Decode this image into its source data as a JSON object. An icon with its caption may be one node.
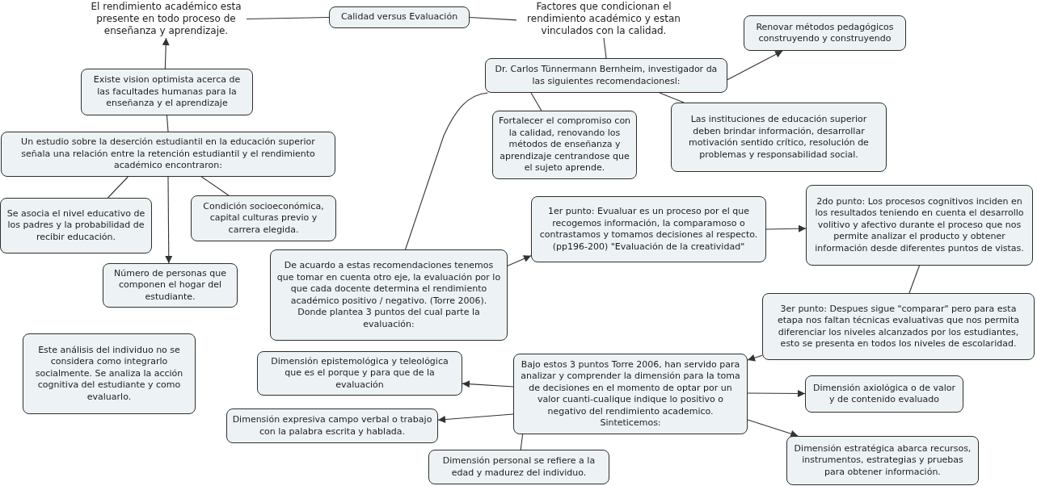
{
  "diagram": {
    "nodes": [
      {
        "text": [
          "El rendimiento académico esta presente en todo proceso de enseñanza y aprendizaje."
        ]
      },
      {
        "text": [
          "Calidad versus Evaluación"
        ]
      },
      {
        "text": [
          "Factores que condicionan el rendimiento académico y estan vinculados con la calidad."
        ]
      },
      {
        "text": [
          "Renovar métodos pedagógicos construyendo y construyendo"
        ]
      },
      {
        "text": [
          "Dr. Carlos Tünnermann Bernheim, investigador da las siguientes recomendacionesl:"
        ]
      },
      {
        "text": [
          "Existe vision optimista acerca de las facultades humanas para la enseñanza y el aprendizaje"
        ]
      },
      {
        "text": [
          "Fortalecer el compromiso con la calidad, renovando los métodos de enseñanza y aprendizaje centrandose que el sujeto aprende."
        ]
      },
      {
        "text": [
          "Las instituciones de educación superior deben brindar información, desarrollar motivación sentido crítico, resolución de problemas y responsabilidad social."
        ]
      },
      {
        "text": [
          "Un estudio sobre la deserción estudiantil en la educación superior señala una relación entre la retención estudiantil y el rendimiento académico encontraron:"
        ]
      },
      {
        "text": [
          "Se asocia el nivel educativo de los padres y la probabilidad de recibir educación."
        ]
      },
      {
        "text": [
          "Condición socioeconómica, capital culturas previo y carrera elegida."
        ]
      },
      {
        "text": [
          "1er punto: Evualuar es un proceso por el que recogemos información, la comparamoso o contrastamos y tomamos decisiones al respecto.(pp196-200) \"Evaluación de la creatividad\""
        ]
      },
      {
        "text": [
          "2do punto: Los procesos cognitivos inciden en los resultados teniendo en cuenta el desarrollo volitivo y afectivo durante el proceso que nos permite analizar el producto y obtener información desde diferentes puntos de vistas."
        ]
      },
      {
        "text": [
          "Número de personas que componen el hogar del estudiante."
        ]
      },
      {
        "text": [
          "De acuardo a estas recomendaciones tenemos que tomar en cuenta otro eje, la evaluación por lo que cada docente determina el rendimiento académico positivo / negativo. (Torre 2006). Donde plantea 3 puntos del cual parte la evaluación:"
        ]
      },
      {
        "text": [
          "3er punto: Despues sigue \"comparar\" pero para esta etapa nos faltan técnicas evaluativas que nos permita diferenciar los niveles alcanzados por los estudiantes, esto se presenta en todos los niveles de escolaridad."
        ]
      },
      {
        "text": [
          "Este análisis del individuo no se considera como integrarlo socialmente. Se analiza la acción cognitiva del estudiante y como evaluarlo."
        ]
      },
      {
        "text": [
          "Dimensión epistemológica y teleológica que es el porque y para que de la evaluación"
        ]
      },
      {
        "text": [
          "Bajo estos 3 puntos Torre 2006, han servido para analizar y comprender la dimensión para la toma de decisiones en el momento de optar por un valor cuanti-cualique indique lo positivo o negativo del rendimiento academico. Sinteticemos:"
        ]
      },
      {
        "text": [
          "Dimensión axiológica o de valor y de contenido evaluado"
        ]
      },
      {
        "text": [
          "Dimensión expresiva campo verbal o trabajo con la palabra escrita y hablada."
        ]
      },
      {
        "text": [
          "Dimensión estratégica abarca recursos, instrumentos, estrategias y pruebas para obtener información."
        ]
      },
      {
        "text": [
          "Dimensión personal se refiere a la edad y madurez del individuo."
        ]
      }
    ],
    "edges": [
      {
        "from": 1,
        "to": 0,
        "arrow": "none"
      },
      {
        "from": 1,
        "to": 2,
        "arrow": "none"
      },
      {
        "from": 5,
        "to": 0,
        "arrow": "to"
      },
      {
        "from": 5,
        "to": 8,
        "arrow": "none"
      },
      {
        "from": 8,
        "to": 9,
        "arrow": "none"
      },
      {
        "from": 8,
        "to": 13,
        "arrow": "to"
      },
      {
        "from": 8,
        "to": 10,
        "arrow": "none"
      },
      {
        "from": 2,
        "to": 4,
        "arrow": "none"
      },
      {
        "from": 4,
        "to": 3,
        "arrow": "to"
      },
      {
        "from": 4,
        "to": 6,
        "arrow": "none"
      },
      {
        "from": 4,
        "to": 7,
        "arrow": "none"
      },
      {
        "from": 4,
        "to": 14,
        "arrow": "none"
      },
      {
        "from": 14,
        "to": 11,
        "arrow": "to"
      },
      {
        "from": 11,
        "to": 12,
        "arrow": "to"
      },
      {
        "from": 12,
        "to": 15,
        "arrow": "none"
      },
      {
        "from": 15,
        "to": 18,
        "arrow": "to"
      },
      {
        "from": 18,
        "to": 17,
        "arrow": "to"
      },
      {
        "from": 18,
        "to": 20,
        "arrow": "to"
      },
      {
        "from": 18,
        "to": 22,
        "arrow": "none"
      },
      {
        "from": 18,
        "to": 19,
        "arrow": "to"
      },
      {
        "from": 18,
        "to": 21,
        "arrow": "to"
      }
    ]
  }
}
